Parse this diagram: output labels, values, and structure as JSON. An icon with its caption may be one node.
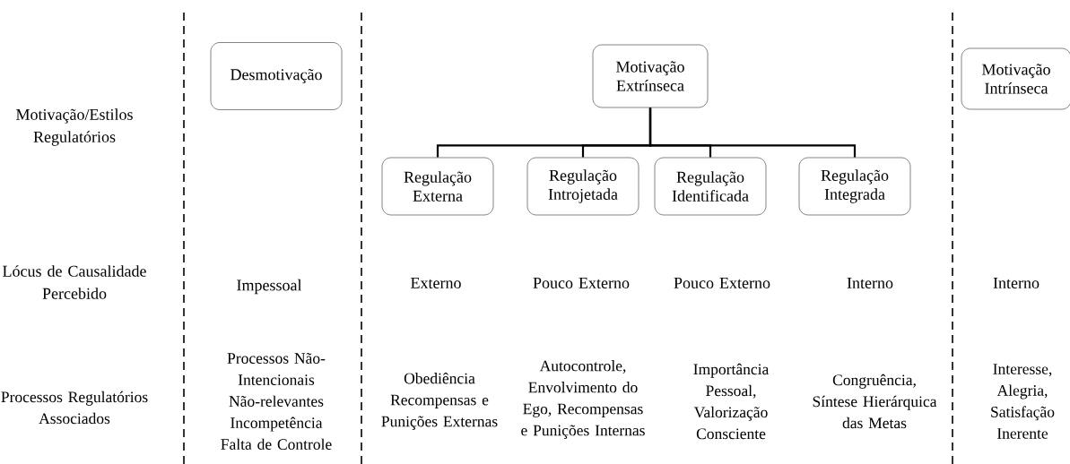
{
  "diagram": {
    "nodes": [
      {
        "text": [
          "Desmotivação"
        ]
      },
      {
        "text": [
          "Motivação Extrínseca"
        ]
      },
      {
        "text": [
          "Regulação Externa"
        ]
      },
      {
        "text": [
          "Regulação Introjetada"
        ]
      },
      {
        "text": [
          "Regulação Identificada"
        ]
      },
      {
        "text": [
          "Regulação Integrada"
        ]
      },
      {
        "text": [
          "Motivação Intrínseca"
        ]
      }
    ],
    "edges": [
      {
        "from": 1,
        "to": 2,
        "arrow": "none"
      },
      {
        "from": 1,
        "to": 3,
        "arrow": "none"
      },
      {
        "from": 1,
        "to": 4,
        "arrow": "none"
      },
      {
        "from": 1,
        "to": 5,
        "arrow": "none"
      }
    ],
    "labels": [
      "Motivação/Estilos Regulatórios",
      "Lócus de Causalidade Percebido",
      "Impessoal",
      "Externo",
      "Pouco Externo",
      "Pouco Externo",
      "Interno",
      "Interno",
      "Processos Regulatórios Associados",
      "Processos Não-Intencionais Não-relevantes Incompetência Falta de Controle",
      "Obediência Recompensas e Punições Externas",
      "Autocontrole, Envolvimento do Ego, Recompensas e Punições Internas",
      "Importância Pessoal, Valorização Consciente",
      "Congruência, Síntese Hierárquica das Metas",
      "Interesse, Alegria, Satisfação Inerente"
    ]
  }
}
